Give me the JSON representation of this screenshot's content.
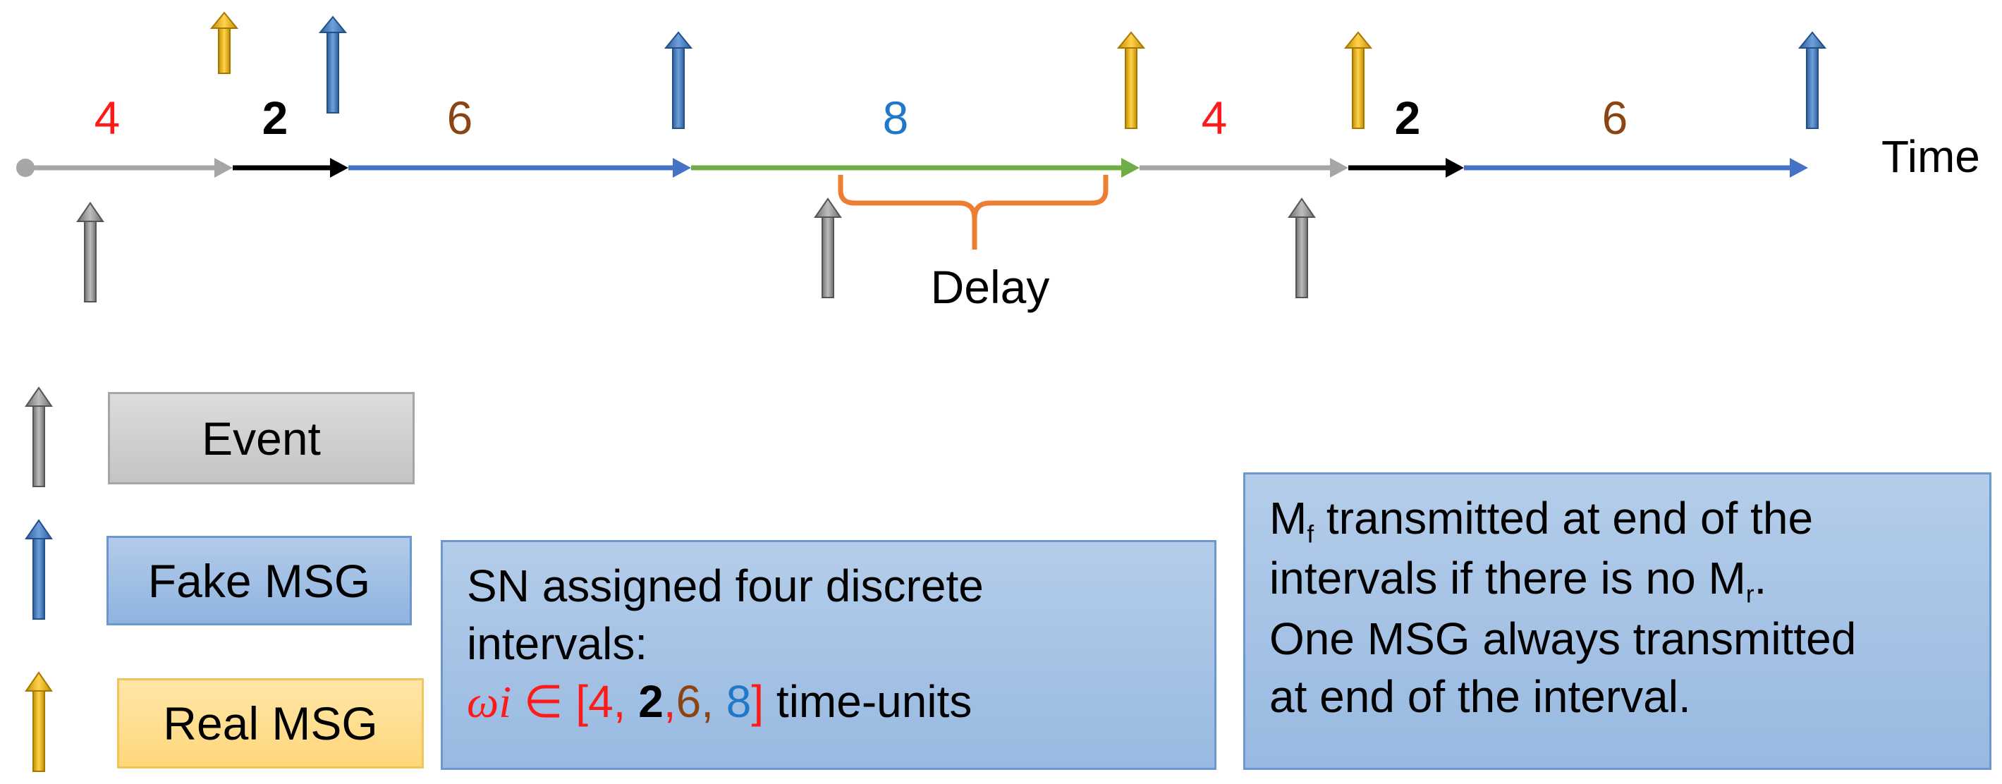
{
  "timeline": {
    "axis_label": "Time",
    "interval_labels": [
      {
        "text": "4",
        "color": "#ff1a1a"
      },
      {
        "text": "2",
        "color": "#000000"
      },
      {
        "text": "6",
        "color": "#8b4513"
      },
      {
        "text": "8",
        "color": "#1f78c8"
      },
      {
        "text": "4",
        "color": "#ff1a1a"
      },
      {
        "text": "2",
        "color": "#000000"
      },
      {
        "text": "6",
        "color": "#8b4513"
      }
    ],
    "delay_label": "Delay"
  },
  "legend": {
    "event_label": "Event",
    "fake_label": "Fake MSG",
    "real_label": "Real MSG"
  },
  "sn_box": {
    "line1": "SN assigned four discrete",
    "line2": "intervals:",
    "omega": "ωi",
    "in_symbol": "∈",
    "bracket_open": "[",
    "v1": "4,",
    "v2": "2",
    "comma1": ",",
    "v3": "6,",
    "v4": "8",
    "bracket_close": "]",
    "unit": "time-units"
  },
  "mf_box": {
    "m_symbol": "M",
    "m_sub_f": "f",
    "line1_rest": "transmitted at end  of the",
    "line2_start": "intervals if there is no M",
    "m_sub_r": "r",
    "line2_end": ".",
    "line3": "One MSG always transmitted",
    "line4": "at end of the interval."
  },
  "colors": {
    "event_arrow": "#8c8c8c",
    "fake_arrow": "#3c78c0",
    "real_arrow": "#e6a800",
    "seg_gray": "#a6a6a6",
    "seg_black": "#000000",
    "seg_blue": "#4472c4",
    "seg_green": "#70ad47",
    "delay_brace": "#ed7d31"
  }
}
